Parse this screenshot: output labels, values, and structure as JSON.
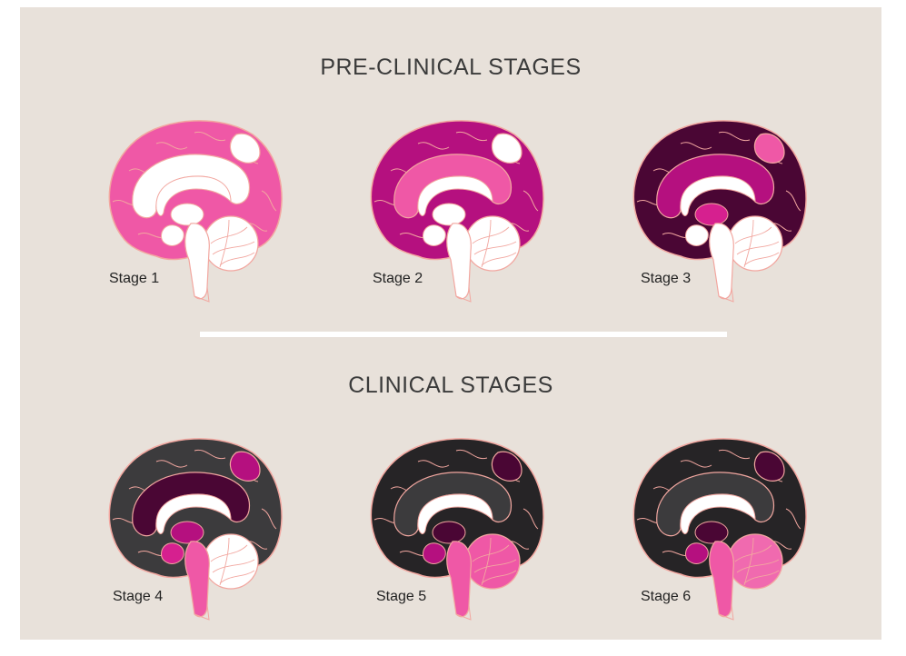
{
  "headings": {
    "preclinical": "PRE-CLINICAL STAGES",
    "clinical": "CLINICAL STAGES"
  },
  "stages": [
    {
      "label": "Stage 1",
      "colors": {
        "cortex": "#ef58a6",
        "cingulate": "#ffffff",
        "parietal": "#ffffff",
        "thalamus": "#ffffff",
        "midbrain": "#ffffff",
        "brainstem": "#ffffff",
        "cerebellum": "#ffffff"
      }
    },
    {
      "label": "Stage 2",
      "colors": {
        "cortex": "#b5107f",
        "cingulate": "#ef58a6",
        "parietal": "#ffffff",
        "thalamus": "#ffffff",
        "midbrain": "#ffffff",
        "brainstem": "#ffffff",
        "cerebellum": "#ffffff"
      }
    },
    {
      "label": "Stage 3",
      "colors": {
        "cortex": "#4a0634",
        "cingulate": "#b5107f",
        "parietal": "#ef58a6",
        "thalamus": "#d6208f",
        "midbrain": "#ffffff",
        "brainstem": "#ffffff",
        "cerebellum": "#ffffff"
      }
    },
    {
      "label": "Stage 4",
      "colors": {
        "cortex": "#3c3b3d",
        "cingulate": "#4a0634",
        "parietal": "#b5107f",
        "thalamus": "#b5107f",
        "midbrain": "#d6208f",
        "brainstem": "#ef58a6",
        "cerebellum": "#ffffff"
      }
    },
    {
      "label": "Stage 5",
      "colors": {
        "cortex": "#262426",
        "cingulate": "#3c3b3d",
        "parietal": "#4a0634",
        "thalamus": "#4a0634",
        "midbrain": "#b5107f",
        "brainstem": "#ef58a6",
        "cerebellum": "#ef58a6"
      }
    },
    {
      "label": "Stage 6",
      "colors": {
        "cortex": "#262426",
        "cingulate": "#3c3b3d",
        "parietal": "#4a0634",
        "thalamus": "#4a0634",
        "midbrain": "#b5107f",
        "brainstem": "#ef58a6",
        "cerebellum": "#f06aaf"
      }
    }
  ]
}
